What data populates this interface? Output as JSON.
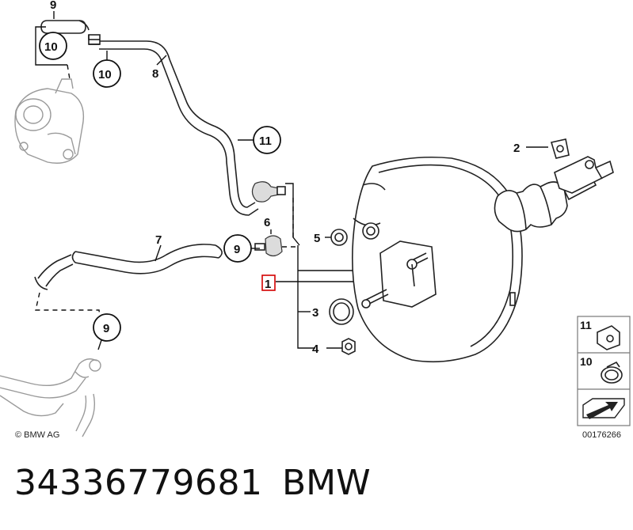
{
  "diagram": {
    "callouts": {
      "c1": "1",
      "c2": "2",
      "c3": "3",
      "c4": "4",
      "c5": "5",
      "c6": "6",
      "c7": "7",
      "c8": "8",
      "c9_top": "9",
      "c9_mid": "9",
      "c9_low": "9",
      "c10_a": "10",
      "c10_b": "10",
      "c11": "11"
    },
    "legend": {
      "item_11": "11",
      "item_10": "10"
    },
    "copyright": "© BMW AG",
    "drawing_code": "00176266",
    "highlight_color": "#d40000"
  },
  "footer": {
    "part_number": "34336779681",
    "brand": "BMW"
  }
}
